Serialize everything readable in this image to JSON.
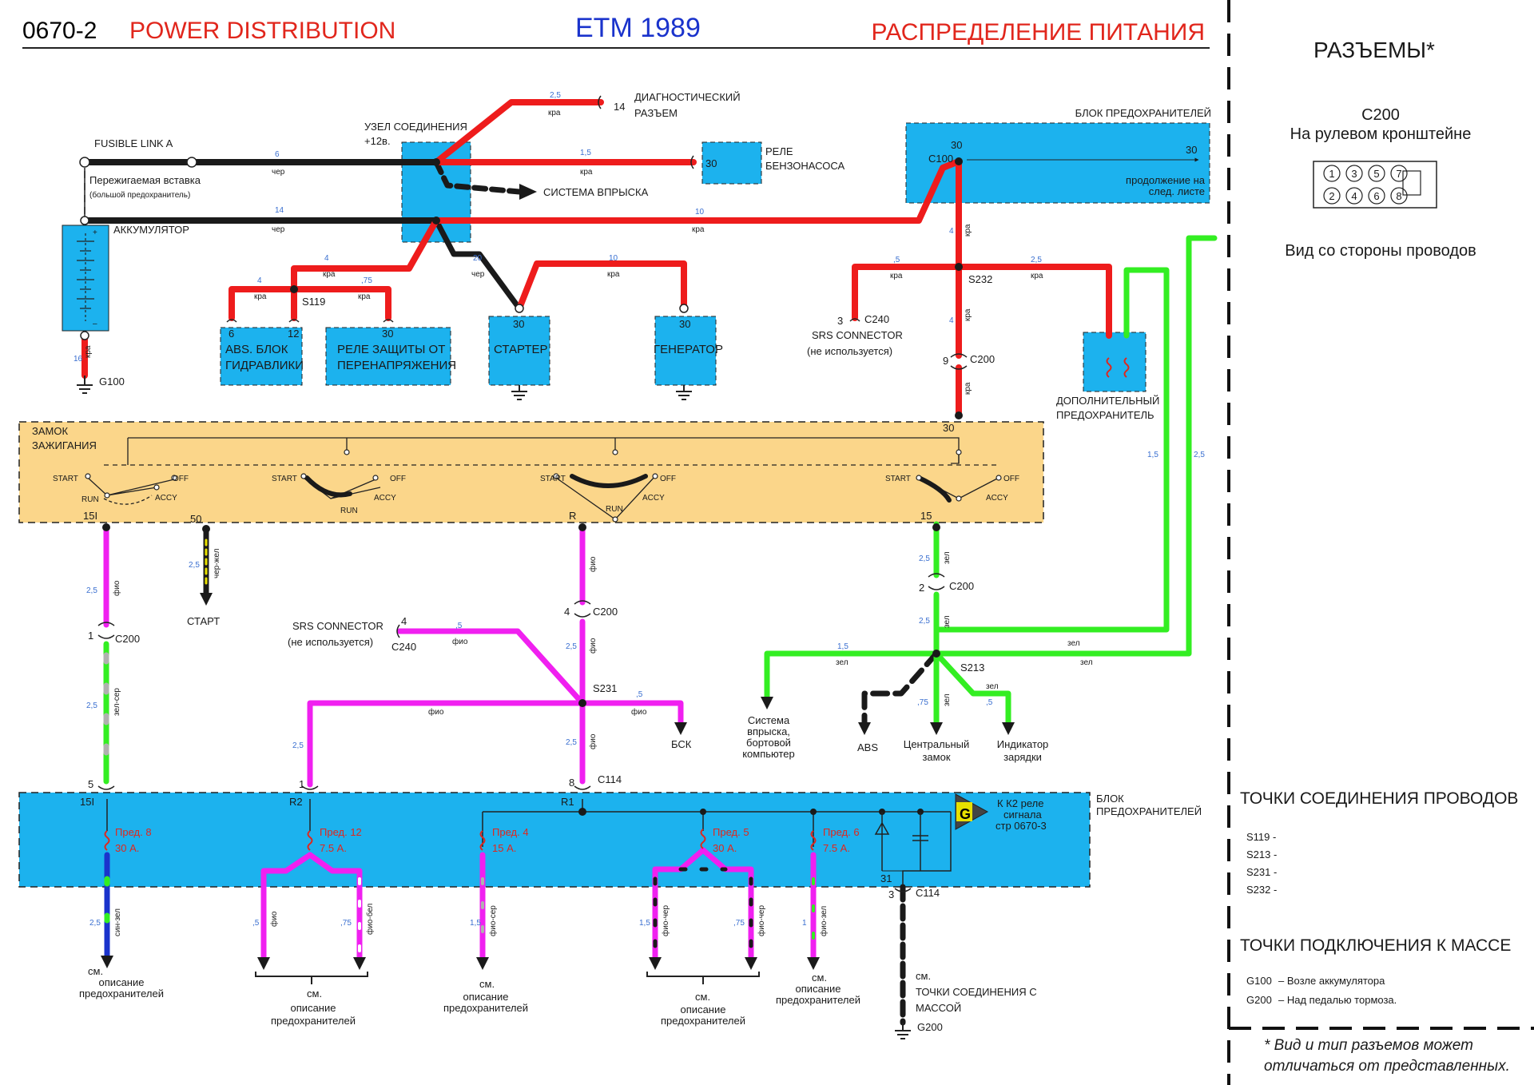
{
  "header": {
    "code": "0670-2",
    "title_en": "POWER DISTRIBUTION",
    "title_mid": "ETM 1989",
    "title_ru": "РАСПРЕДЕЛЕНИЕ ПИТАНИЯ"
  },
  "colors": {
    "red": "#ee1c1c",
    "black": "#1a1a1a",
    "blue": "#1cb2ee",
    "magenta": "#f020f0",
    "green": "#33ee22",
    "orange_panel": "#fbd68a",
    "darkblue": "#1a33cc"
  },
  "top": {
    "fusible_link": "FUSIBLE LINK A",
    "fusible_ru": "Пережигаемая вставка",
    "fusible_ru_sub": "(большой предохранитель)",
    "battery": "АККУМУЛЯТОР",
    "battery_plus": "+",
    "battery_minus": "–",
    "junction": "УЗЕЛ СОЕДИНЕНИЯ",
    "junction_v": "+12в.",
    "diag_pin": "14",
    "diag1": "ДИАГНОСТИЧЕСКИЙ",
    "diag2": "РАЗЪЕМ",
    "fuelpump_pin": "30",
    "fuelpump1": "РЕЛЕ",
    "fuelpump2": "БЕНЗОНАСОСА",
    "injection": "СИСТЕМА ВПРЫСКА",
    "fuseblock": "БЛОК ПРЕДОХРАНИТЕЛЕЙ",
    "c100": "C100",
    "pin30a": "30",
    "pin30b": "30",
    "continue1": "продолжение на",
    "continue2": "след. листе",
    "abs_pin1": "6",
    "abs_pin2": "12",
    "abs1": "ABS. БЛОК",
    "abs2": "ГИДРАВЛИКИ",
    "s119": "S119",
    "relay_pin": "30",
    "relay1": "РЕЛЕ ЗАЩИТЫ ОТ",
    "relay2": "ПЕРЕНАПРЯЖЕНИЯ",
    "starter_pin": "30",
    "starter": "СТАРТЕР",
    "gen_pin": "30",
    "generator": "ГЕНЕРАТОР",
    "g100": "G100",
    "c240_pin": "3",
    "c240": "C240",
    "srs": "SRS CONNECTOR",
    "srs_sub": "(не используется)",
    "s232": "S232",
    "c200_pin": "9",
    "c200": "C200",
    "extra1": "ДОПОЛНИТЕЛЬНЫЙ",
    "extra2": "ПРЕДОХРАНИТЕЛЬ"
  },
  "ignition": {
    "title1": "ЗАМОК",
    "title2": "ЗАЖИГАНИЯ",
    "pin30": "30",
    "start": "START",
    "run": "RUN",
    "off": "OFF",
    "accy": "ACCY",
    "pin15i": "15I",
    "pin50": "50",
    "pinR": "R",
    "pin15": "15"
  },
  "middle": {
    "start_out": "СТАРТ",
    "c200": "C200",
    "c200_pin_a": "1",
    "c200_pin_b": "4",
    "c200_pin_c": "2",
    "srs_pin": "4",
    "srs": "SRS CONNECTOR",
    "srs_sub": "(не используется)",
    "c240": "C240",
    "s231": "S231",
    "bsk": "БСК",
    "s213": "S213",
    "inj1": "Система",
    "inj2": "впрыска,",
    "inj3": "бортовой",
    "inj4": "компьютер",
    "abs": "ABS",
    "lock1": "Центральный",
    "lock2": "замок",
    "charge1": "Индикатор",
    "charge2": "зарядки"
  },
  "bottom": {
    "fuseblock1": "БЛОК",
    "fuseblock2": "ПРЕДОХРАНИТЕЛЕЙ",
    "pin5": "5",
    "pin1": "1",
    "pin8": "8",
    "pin31": "31",
    "pin3": "3",
    "c114": "C114",
    "c114b": "C114",
    "f15i": "15I",
    "fr2": "R2",
    "fr1": "R1",
    "fuse8a": "Пред. 8",
    "fuse8b": "30 А.",
    "fuse12a": "Пред. 12",
    "fuse12b": "7.5 А.",
    "fuse4a": "Пред. 4",
    "fuse4b": "15 А.",
    "fuse5a": "Пред. 5",
    "fuse5b": "30 А.",
    "fuse6a": "Пред. 6",
    "fuse6b": "7.5 А.",
    "relay_g": "G",
    "k2_1": "К К2 реле",
    "k2_2": "сигнала",
    "k2_3": "стр 0670-3",
    "see": "см.",
    "see_desc": "описание",
    "see_fuses": "предохранителей",
    "ground1": "ТОЧКИ СОЕДИНЕНИЯ С",
    "ground2": "МАССОЙ",
    "g200": "G200"
  },
  "right": {
    "connectors": "РАЗЪЕМЫ*",
    "c200": "C200",
    "c200_loc": "На рулевом кронштейне",
    "pins": [
      "1",
      "3",
      "5",
      "7",
      "2",
      "4",
      "6",
      "8"
    ],
    "view": "Вид со стороны проводов",
    "splices_title": "ТОЧКИ СОЕДИНЕНИЯ ПРОВОДОВ",
    "splices": [
      "S119 -",
      "S213 -",
      "S231 -",
      "S232 -"
    ],
    "grounds_title": "ТОЧКИ ПОДКЛЮЧЕНИЯ К МАССЕ",
    "g100": "G100",
    "g100_desc": "– Возле аккумулятора",
    "g200": "G200",
    "g200_desc": "– Над педалью тормоза.",
    "footnote1": "* Вид и тип разъемов может",
    "footnote2": "отличаться от представленных."
  },
  "wires": {
    "w6": "6",
    "w14": "14",
    "w16": "16",
    "w25": "2,5",
    "w15": "1,5",
    "w10": "10",
    "w4": "4",
    "w075": ",75",
    "w5": ",5",
    "w20": "20",
    "w1": "1",
    "cher": "чер",
    "kra": "кра",
    "fio": "фио",
    "zel": "зел",
    "cherzhel": "чер-жел",
    "zelser": "зел-сер",
    "sinzel": "син-зел",
    "fioser": "фио-сер",
    "fiobel": "фио-бел",
    "fiocher": "фио-чер",
    "fiozel": "фио-зел"
  }
}
